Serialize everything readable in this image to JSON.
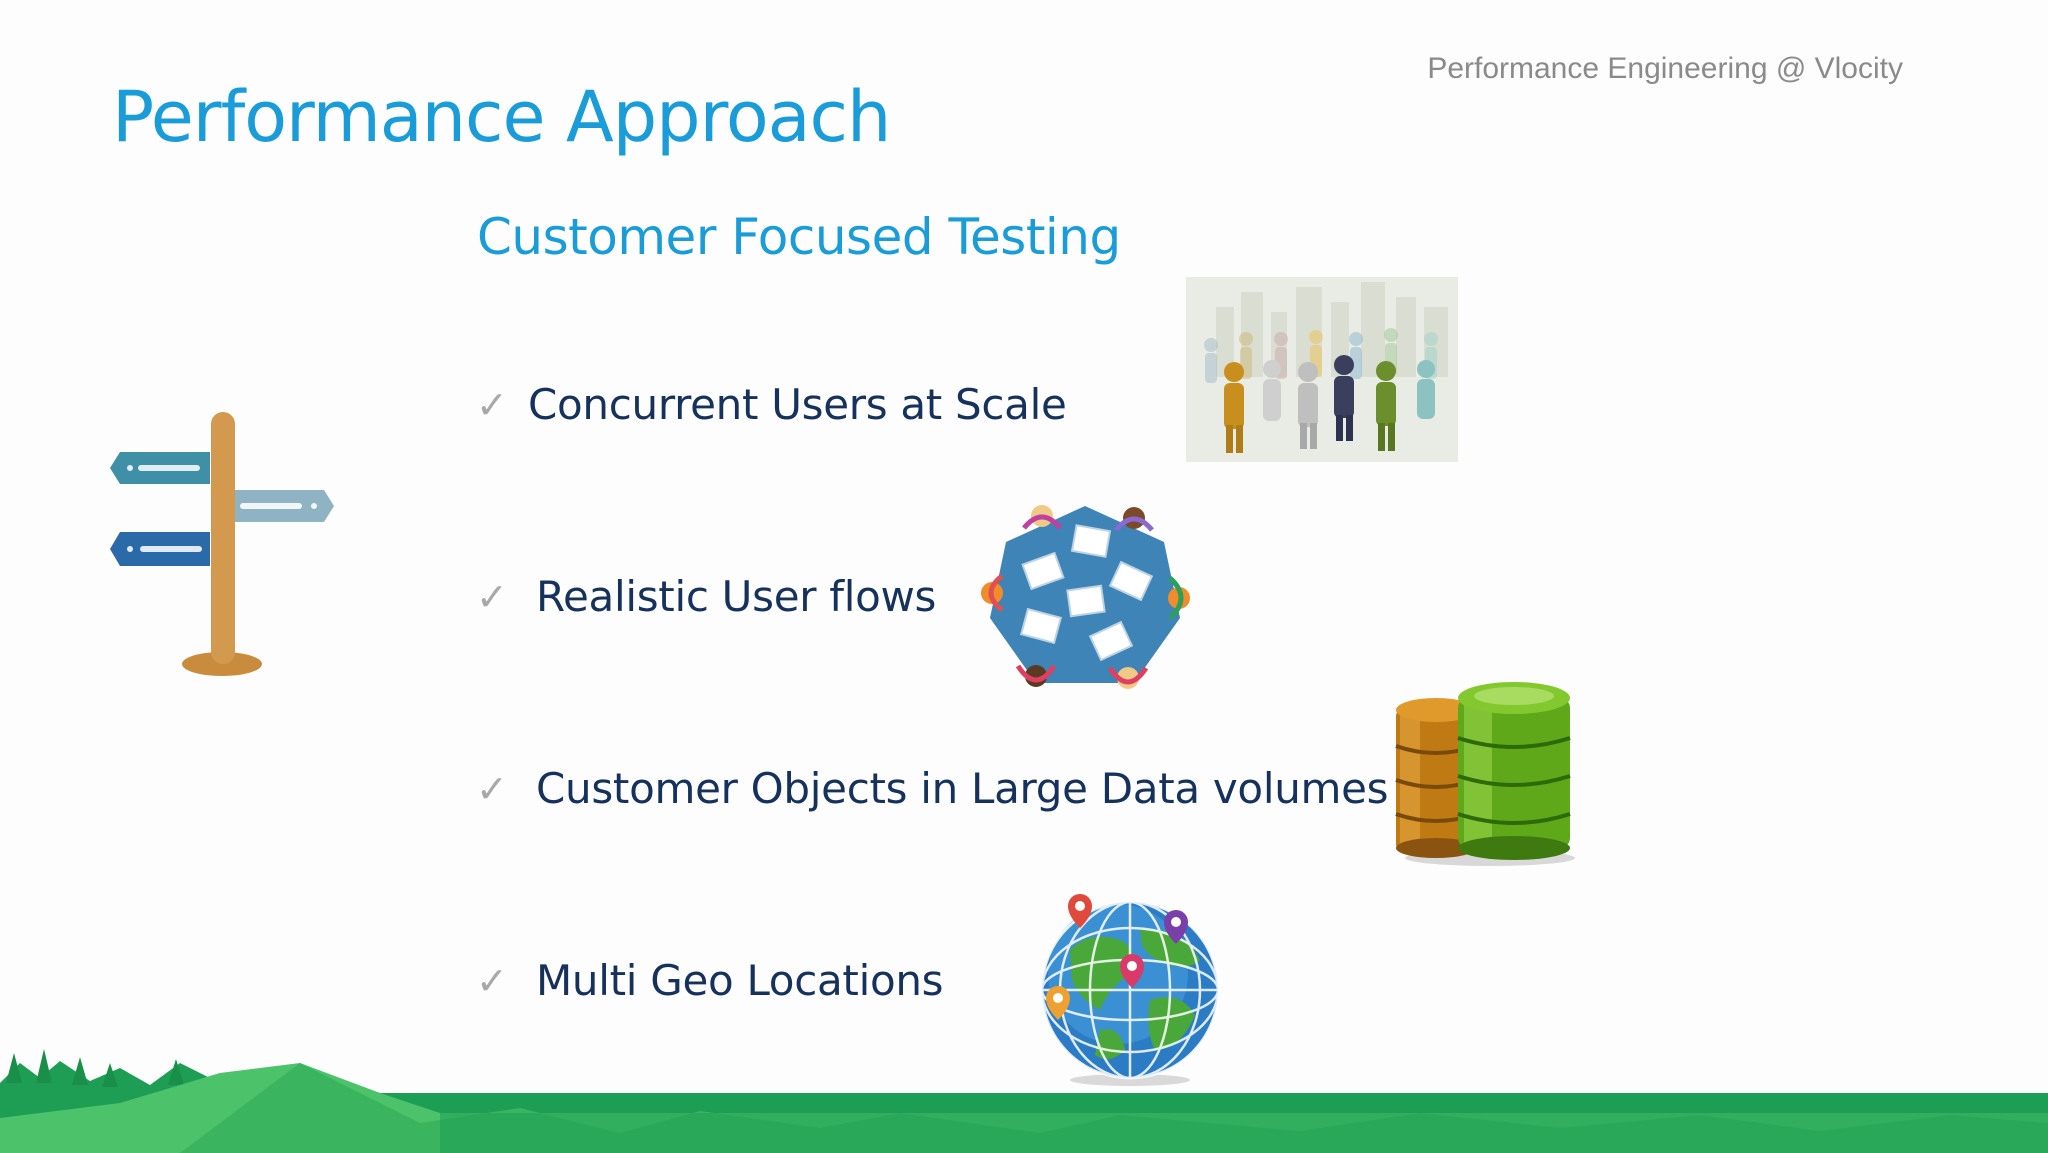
{
  "header": {
    "watermark": "Performance Engineering @ Vlocity",
    "title": "Performance Approach",
    "subtitle": "Customer Focused Testing"
  },
  "bullets": [
    {
      "check": "✓",
      "text": "Concurrent Users at Scale",
      "icon": "crowd-icon"
    },
    {
      "check": "✓",
      "text": "Realistic User flows",
      "icon": "team-meeting-icon"
    },
    {
      "check": "✓",
      "text": "Customer Objects in Large Data volumes",
      "icon": "database-icon"
    },
    {
      "check": "✓",
      "text": "Multi Geo Locations",
      "icon": "globe-pins-icon"
    }
  ],
  "decor": {
    "left_icon": "signpost-icon",
    "footer": "green-hills-landscape"
  },
  "colors": {
    "accent": "#1a9cd8",
    "body_text": "#16325c",
    "check": "#a8a8a8",
    "hills_dark": "#1e9e55",
    "hills_light": "#4cc26a"
  }
}
